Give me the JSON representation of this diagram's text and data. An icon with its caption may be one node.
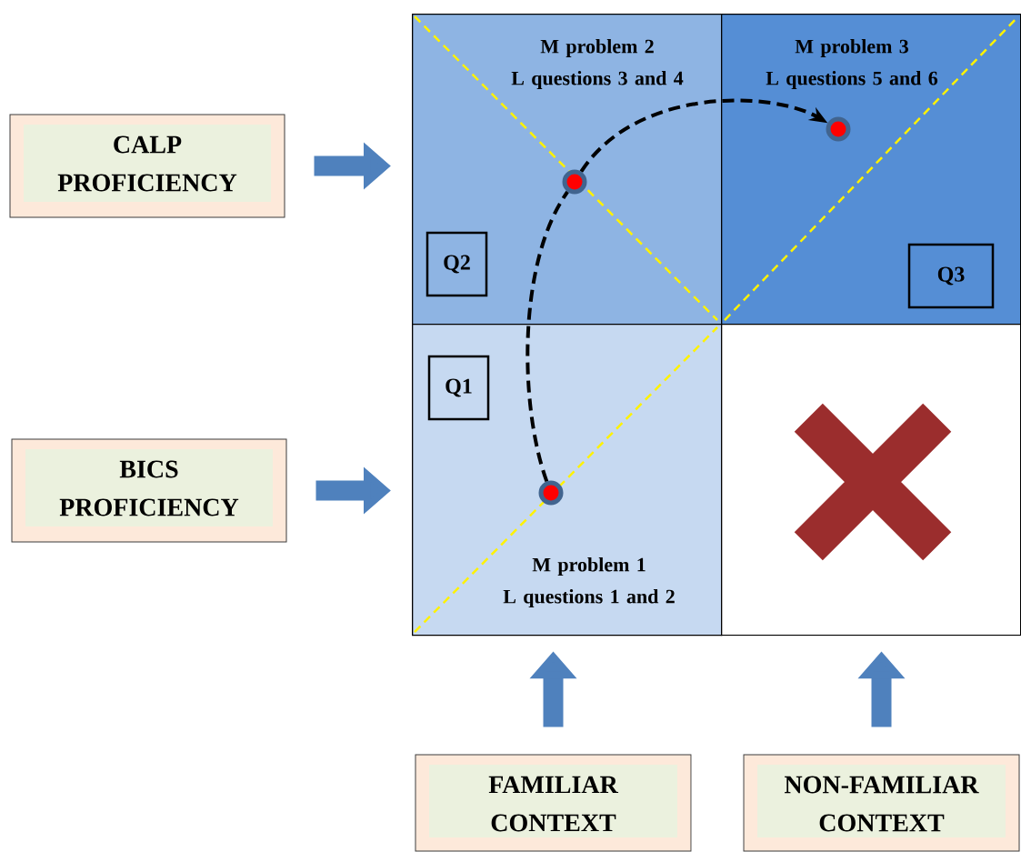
{
  "diagram": {
    "nodes": [
      {
        "text": [
          "CALP PROFICIENCY"
        ]
      },
      {
        "text": [
          "BICS PROFICIENCY"
        ]
      },
      {
        "text": [
          "M problem 2",
          "L questions 3 and 4"
        ]
      },
      {
        "text": [
          "Q2"
        ],
        "in": 2
      },
      {
        "text": [
          "M problem 3",
          "L questions 5 and 6"
        ]
      },
      {
        "text": [
          "Q3"
        ],
        "in": 4
      },
      {
        "text": [
          "M problem 1",
          "L questions 1 and 2"
        ]
      },
      {
        "text": [
          "Q1"
        ],
        "in": 6
      },
      {
        "text": [],
        "shape": "box"
      },
      {
        "text": [],
        "shape": "circle",
        "in": 6
      },
      {
        "text": [],
        "shape": "circle",
        "in": 2
      },
      {
        "text": [],
        "shape": "circle",
        "in": 4
      },
      {
        "text": [
          "FAMILIAR CONTEXT"
        ]
      },
      {
        "text": [
          "NON-FAMILIAR CONTEXT"
        ]
      }
    ],
    "edges": [
      {
        "from": 0,
        "to": 2,
        "arrow": "to"
      },
      {
        "from": 1,
        "to": 6,
        "arrow": "to"
      },
      {
        "from": 12,
        "to": 6,
        "arrow": "to"
      },
      {
        "from": 13,
        "to": 8,
        "arrow": "to"
      },
      {
        "from": 9,
        "to": 10,
        "arrow": "none",
        "style": "dashed",
        "color": "#000000"
      },
      {
        "from": 10,
        "to": 11,
        "arrow": "to",
        "style": "dashed",
        "color": "#000000"
      }
    ]
  }
}
